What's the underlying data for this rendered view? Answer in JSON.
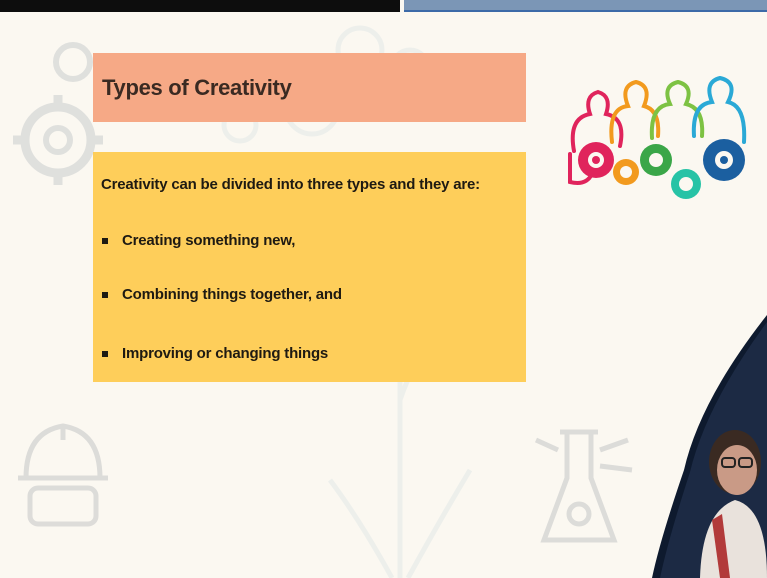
{
  "slide": {
    "title": "Types of Creativity",
    "intro": "Creativity can be divided into three types and they are:",
    "bullets": [
      "Creating something new,",
      "Combining things together, and",
      "Improving or changing things"
    ]
  },
  "colors": {
    "title_bg": "#f6a986",
    "content_bg": "#fece5a",
    "background": "#fbf8f1",
    "presenter_panel": "#0e1a2e"
  },
  "icons": [
    "gear-icon",
    "team-gears-logo",
    "helmet-icon",
    "flask-icon",
    "presenter-video"
  ]
}
